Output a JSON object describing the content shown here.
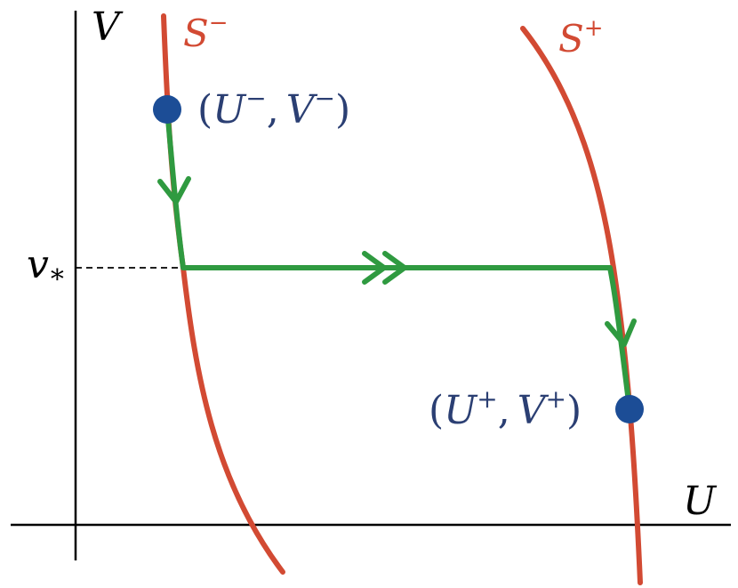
{
  "axes": {
    "x_label": "U",
    "y_label": "V",
    "tick_label_main": "v",
    "tick_label_sub": "*"
  },
  "curves": {
    "left": {
      "name": "S",
      "sign": "−"
    },
    "right": {
      "name": "S",
      "sign": "+"
    }
  },
  "points": {
    "start": {
      "open": "(",
      "u": "U",
      "u_sign": "−",
      "comma": ",",
      "v": "V",
      "v_sign": "−",
      "close": ")"
    },
    "end": {
      "open": "(",
      "u": "U",
      "u_sign": "+",
      "comma": ",",
      "v": "V",
      "v_sign": "+",
      "close": ")"
    }
  },
  "colors": {
    "curve": "#d24a33",
    "path": "#2f9a40",
    "point": "#1c4d96",
    "point_label": "#2b3f73",
    "axis": "#000000"
  }
}
